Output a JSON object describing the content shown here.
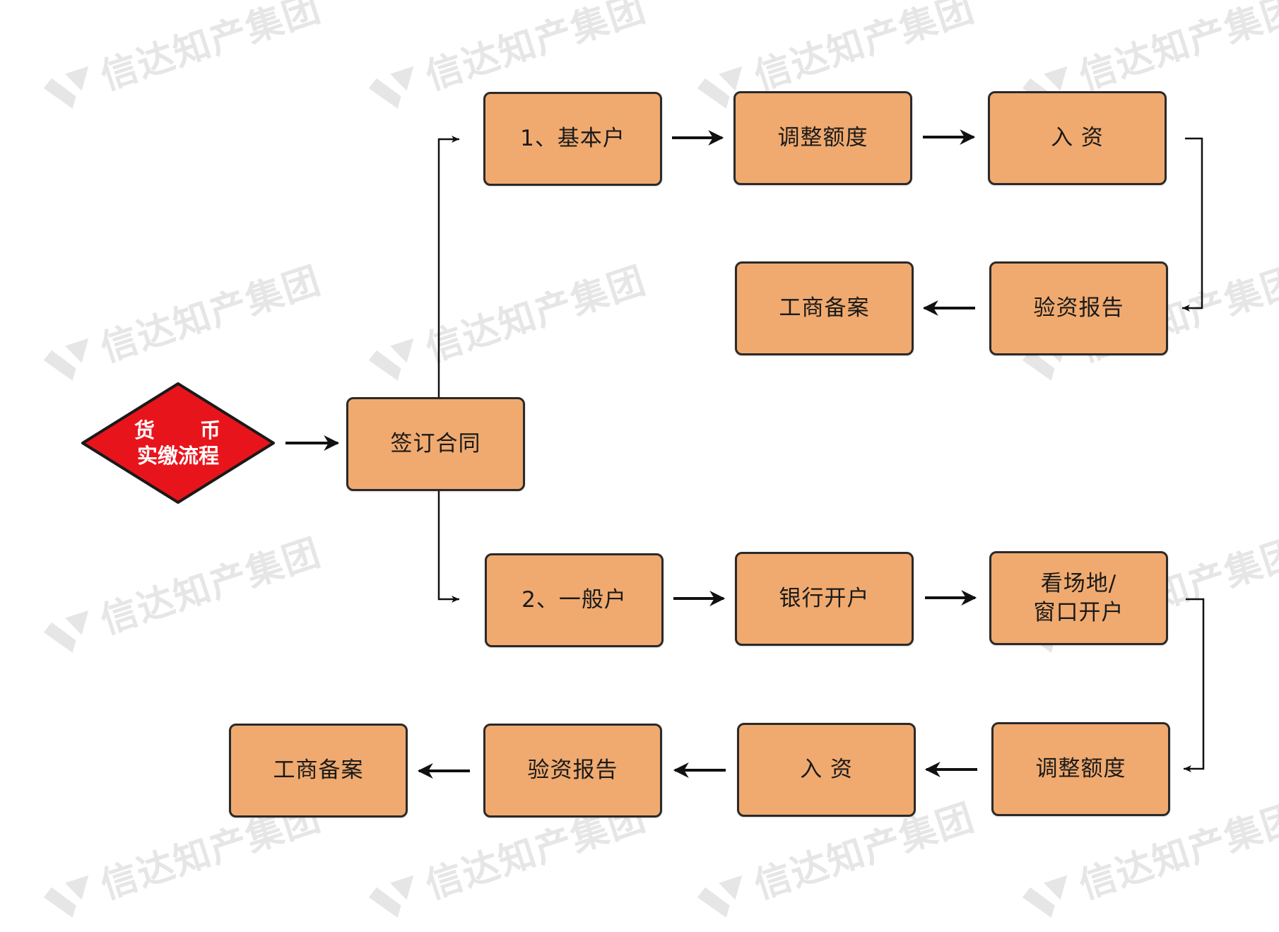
{
  "watermark": {
    "text": "信达知产集团",
    "color": "#e6e6e6"
  },
  "colors": {
    "node_fill": "#f0aa6f",
    "node_border": "#2a2a2a",
    "start_fill": "#e8141c",
    "arrow": "#111111"
  },
  "start": {
    "line1_a": "货",
    "line1_b": "币",
    "line2": "实缴流程"
  },
  "nodes": {
    "sign_contract": "签订合同",
    "basic_account": "1、基本户",
    "adjust_quota_top": "调整额度",
    "capital_injection_top": "入  资",
    "verification_report_top": "验资报告",
    "business_filing_top": "工商备案",
    "general_account": "2、一般户",
    "bank_opening": "银行开户",
    "site_window": "看场地/\n窗口开户",
    "adjust_quota_bottom": "调整额度",
    "capital_injection_bottom": "入  资",
    "verification_report_bottom": "验资报告",
    "business_filing_bottom": "工商备案"
  }
}
